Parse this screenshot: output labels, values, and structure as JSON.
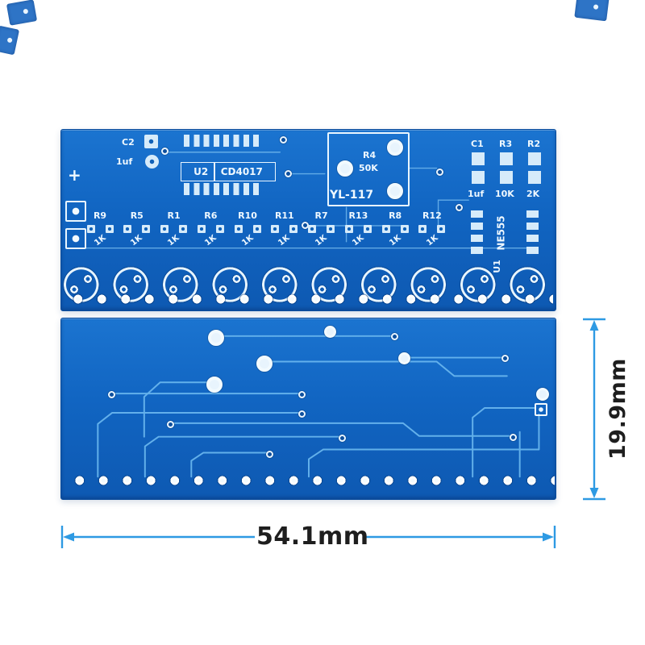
{
  "scene": {
    "background": "#ffffff",
    "pcb_color": "#1165c2",
    "silkscreen_color": "#eef8ff",
    "dimension_arrow_color": "#2e9ae3",
    "dimension_text_color": "#1e1e1e"
  },
  "pcb_top": {
    "plus_mark": "+",
    "c2": {
      "ref": "C2",
      "value": "1uf"
    },
    "u2": {
      "ref": "U2",
      "part": "CD4017"
    },
    "pot": {
      "ref": "R4",
      "value": "50K"
    },
    "model": "YL-117",
    "c1": {
      "ref": "C1",
      "value": "1uf"
    },
    "r3": {
      "ref": "R3",
      "value": "10K"
    },
    "r2": {
      "ref": "R2",
      "value": "2K"
    },
    "u1": {
      "ref": "U1",
      "part": "NE555"
    },
    "resistors": [
      {
        "ref": "R9",
        "value": "1K"
      },
      {
        "ref": "R5",
        "value": "1K"
      },
      {
        "ref": "R1",
        "value": "1K"
      },
      {
        "ref": "R6",
        "value": "1K"
      },
      {
        "ref": "R10",
        "value": "1K"
      },
      {
        "ref": "R11",
        "value": "1K"
      },
      {
        "ref": "R7",
        "value": "1K"
      },
      {
        "ref": "R13",
        "value": "1K"
      },
      {
        "ref": "R8",
        "value": "1K"
      },
      {
        "ref": "R12",
        "value": "1K"
      }
    ]
  },
  "dimensions": {
    "board_width": "54.1mm",
    "board_height": "19.9mm"
  }
}
